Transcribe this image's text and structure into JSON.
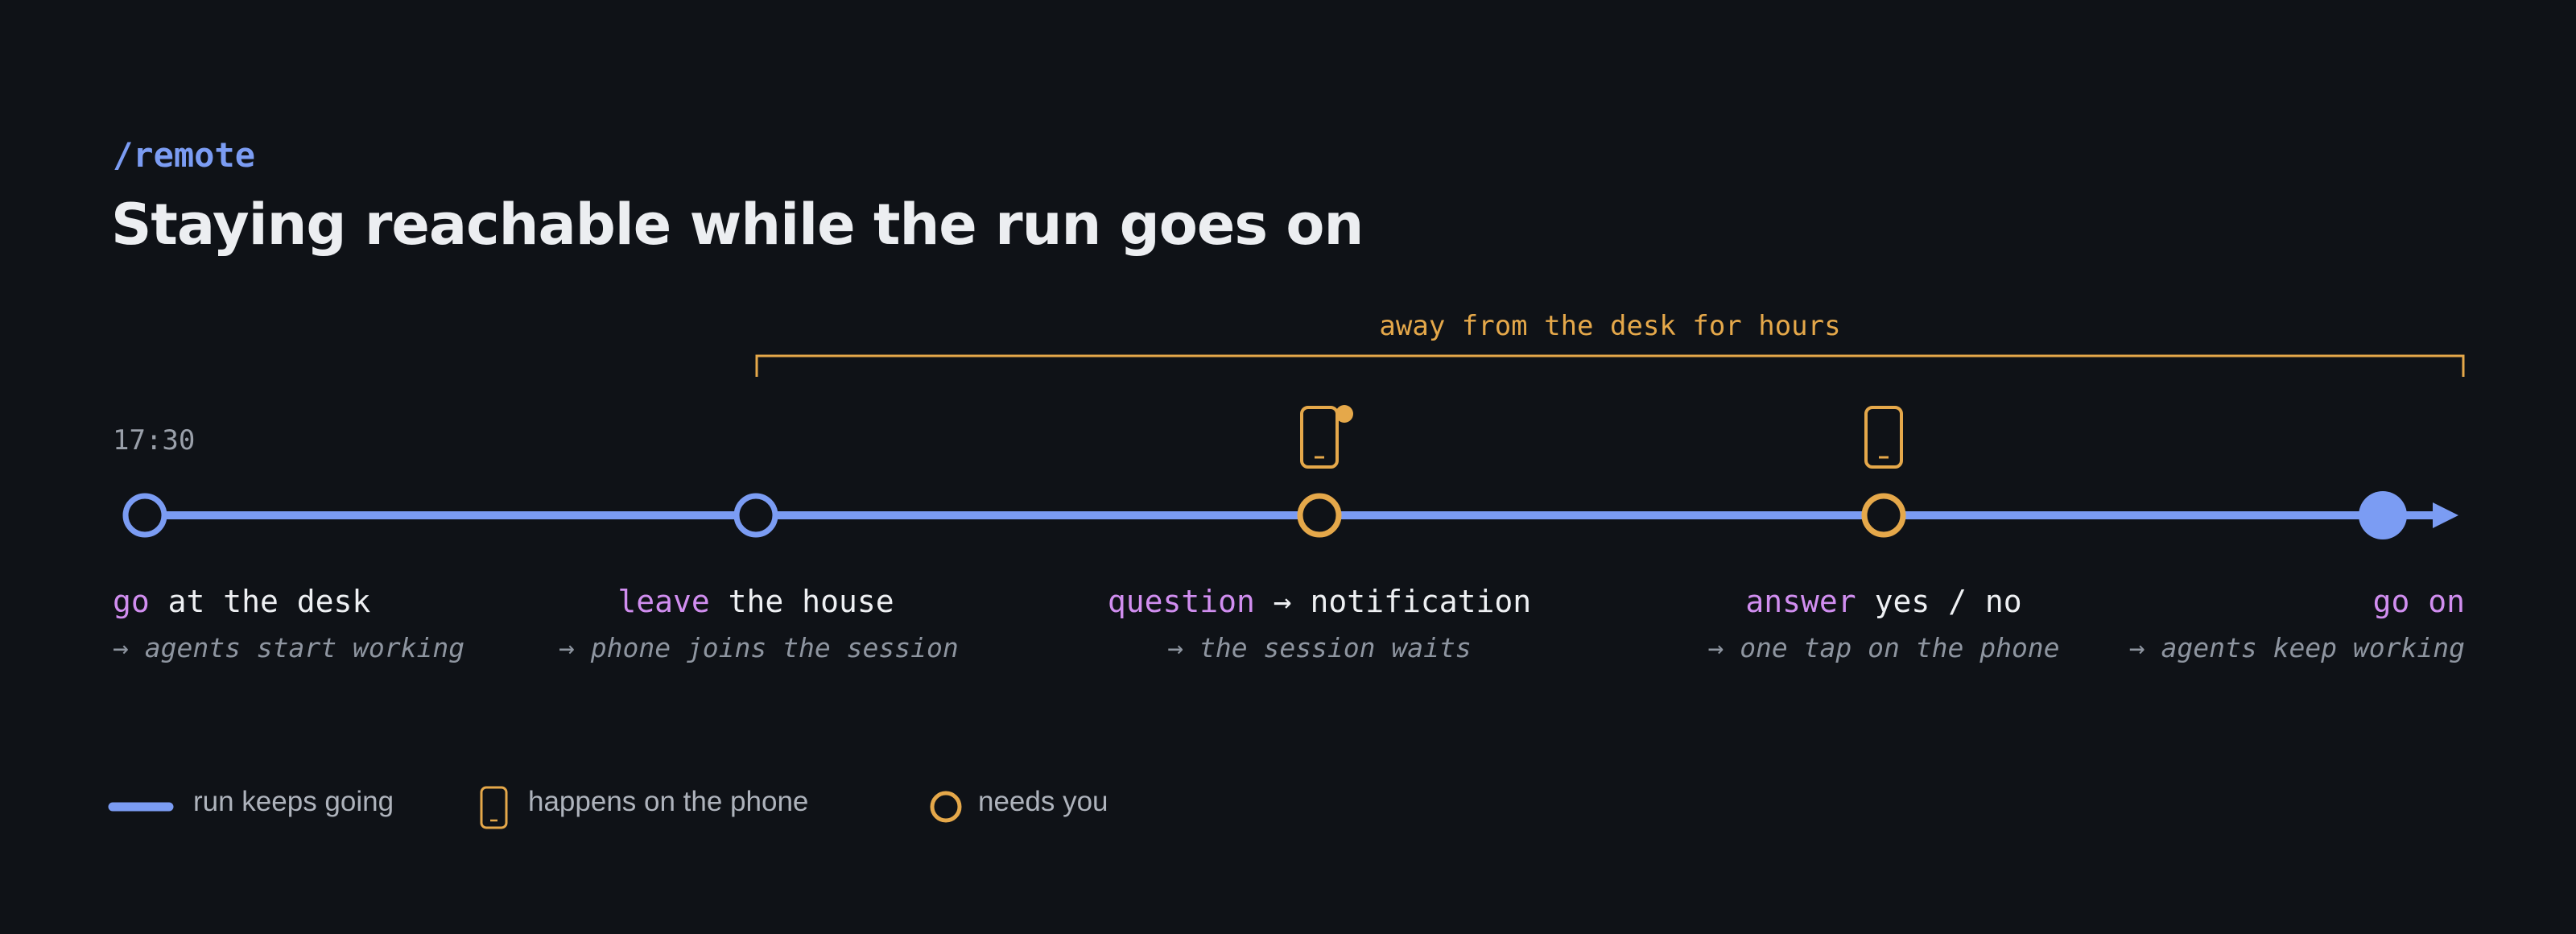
{
  "header": {
    "tag": "/remote",
    "title": "Staying reachable while the run goes on"
  },
  "timeline": {
    "start_time": "17:30",
    "away_label": "away from the desk for hours",
    "colors": {
      "run": "#7b9cf3",
      "attention": "#e5a84a",
      "keyword": "#d18ef0"
    },
    "steps": [
      {
        "keyword": "go",
        "rest": " at the desk",
        "note": "→ agents start working",
        "marker": "open-circle",
        "phone": false
      },
      {
        "keyword": "leave",
        "rest": " the house",
        "note": "→ phone joins the session",
        "marker": "open-circle",
        "phone": false
      },
      {
        "keyword": "question",
        "rest": " → notification",
        "note": "→ the session waits",
        "marker": "needs-you-circle",
        "phone": true,
        "phone_badge": true
      },
      {
        "keyword": "answer",
        "rest": " yes / no",
        "note": "→ one tap on the phone",
        "marker": "needs-you-circle",
        "phone": true,
        "phone_badge": false
      },
      {
        "keyword": "go on",
        "rest": "",
        "note": "→ agents keep working",
        "marker": "filled-circle",
        "phone": false
      }
    ]
  },
  "legend": {
    "run_label": "run keeps going",
    "phone_label": "happens on the phone",
    "needs_label": "needs you"
  }
}
